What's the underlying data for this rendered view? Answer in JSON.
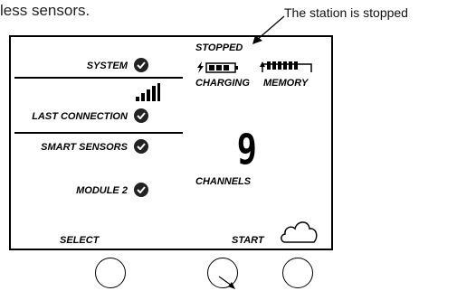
{
  "intro_text": "less sensors.",
  "callout_text": "The station is stopped",
  "display": {
    "left_panel": {
      "system": "SYSTEM",
      "last_connection": "LAST CONNECTION",
      "smart_sensors": "SMART SENSORS",
      "module": "MODULE 2"
    },
    "status": "STOPPED",
    "charging_label": "CHARGING",
    "memory_label": "MEMORY",
    "channel_count": "9",
    "channels_label": "CHANNELS",
    "select_label": "SELECT",
    "start_label": "START"
  },
  "icons": [
    "check-icon",
    "signal-bars-icon",
    "battery-charging-icon",
    "memory-bar-icon",
    "cloud-icon"
  ]
}
